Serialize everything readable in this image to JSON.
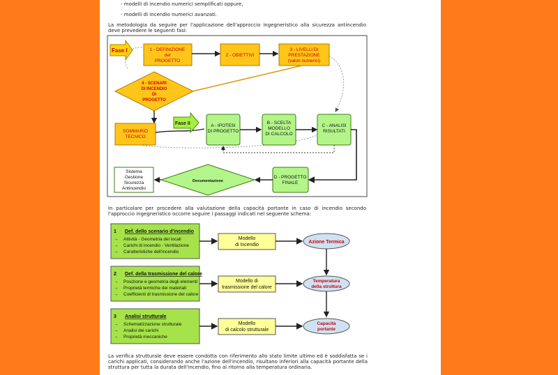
{
  "top_list": [
    "- modelli di incendio numerici semplificati oppure,",
    "- modelli di incendio numerici avanzati."
  ],
  "paragraph_1": "La metodologia da seguire per l'applicazione dell'approccio ingegneristico alla sicurezza antincendio deve prevedere le seguenti fasi:",
  "diagram_1": {
    "phase_1": "Fase I",
    "phase_2": "Fase II",
    "box_1": [
      "1 - DEFINIZIONE",
      "del",
      "PROGETTO"
    ],
    "box_2": [
      "2 - OBIETTIVI"
    ],
    "box_3": [
      "3 - LIVELLI DI",
      "PRESTAZIONE",
      "(valori numerici)"
    ],
    "diamond_4": [
      "4 - SCENARI",
      "DI INCENDIO",
      "DI",
      "PROGETTO"
    ],
    "summary": [
      "SOMMARIO",
      "TECNICO"
    ],
    "box_a": [
      "A - IPOTESI",
      "DI PROGETTO"
    ],
    "box_b": [
      "B - SCELTA",
      "MODELLO",
      "DI CALCOLO"
    ],
    "box_c": [
      "C - ANALISI",
      "RISULTATI"
    ],
    "box_d": [
      "D - PROGETTO",
      "FINALE"
    ],
    "documentation": "Documentazione",
    "system": [
      "Sistema",
      "Gestione",
      "Sicurezza",
      "Antincendio"
    ]
  },
  "paragraph_2": "In particolare per procedere alla valutazione della capacità portante in caso di incendio secondo l'approccio ingegneristico occorre seguire i passaggi indicati nel seguente schema:",
  "diagram_2": {
    "rows": [
      {
        "num": "1",
        "title": "Def. dello scenario d'incendio",
        "items": [
          "Attività - Geometria dei locali",
          "Carichi di incendio - Ventilazione",
          "Caratteristiche dell'incendio"
        ],
        "model": [
          "Modello",
          "di Incendio"
        ],
        "result": [
          "Azione Termica"
        ]
      },
      {
        "num": "2",
        "title": "Def. della trasmissione del calore",
        "items": [
          "Posizione e geometria degli elementi",
          "Proprietà termiche dei materiali",
          "Coefficienti di trasmissione del calore"
        ],
        "model": [
          "Modello di",
          "trasmissione del calore"
        ],
        "result": [
          "Temperatura",
          "della struttura"
        ]
      },
      {
        "num": "3",
        "title": "Analisi strutturale",
        "items": [
          "Schematizzazione strutturale",
          "Analisi dei carichi",
          "Proprietà meccaniche"
        ],
        "model": [
          "Modello",
          "di calcolo strutturale"
        ],
        "result": [
          "Capacità",
          "portante"
        ]
      }
    ],
    "bullet": "→"
  },
  "paragraph_3": "La verifica strutturale deve essere condotta con riferimento allo stato limite ultimo ed è soddisfatta se i carichi applicati, considerando anche l'azione dell'incendio, risultano inferiori alla capacità portante della struttura per tutta la durata dell'incendio, fino al ritorno alla temperatura ordinaria.",
  "colors": {
    "background": "#ff7a1a",
    "fase": "#ffd700",
    "fase2": "#a8f040",
    "box_yellow": "#ffc619",
    "box_green": "#b4f58a",
    "row_green": "#a6e34a",
    "model_yellow": "#ffff99",
    "ellipse": "#cfe2f3",
    "red_text": "#cc0000"
  }
}
